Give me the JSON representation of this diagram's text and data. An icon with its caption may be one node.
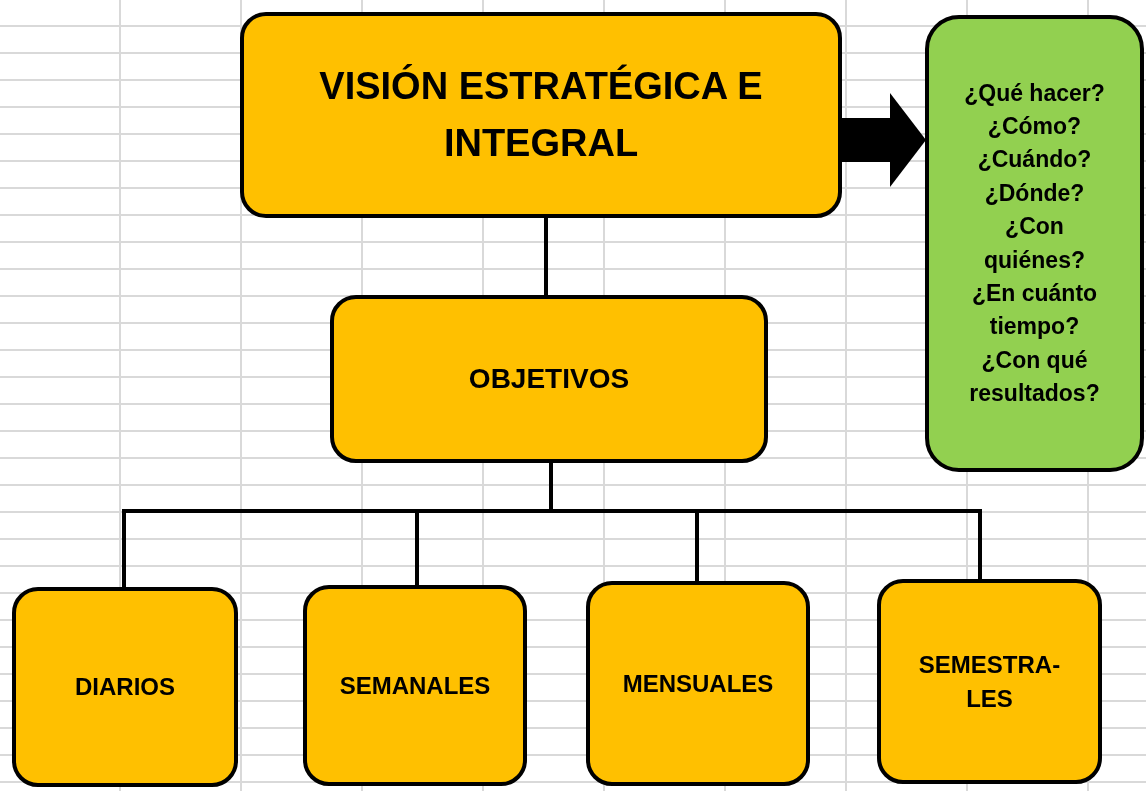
{
  "diagram": {
    "nodes": [
      {
        "text": [
          "VISIÓN ESTRATÉGICA E INTEGRAL"
        ]
      },
      {
        "text": [
          "¿Qué hacer?",
          "¿Cómo?",
          "¿Cuándo?",
          "¿Dónde?",
          "¿Con quiénes?",
          "¿En cuánto tiempo?",
          "¿Con qué resultados?"
        ]
      },
      {
        "text": [
          "OBJETIVOS"
        ]
      },
      {
        "text": [
          "DIARIOS"
        ]
      },
      {
        "text": [
          "SEMANALES"
        ]
      },
      {
        "text": [
          "MENSUALES"
        ]
      },
      {
        "text": [
          "SEMESTRA- LES"
        ]
      }
    ],
    "edges": [
      {
        "from": 0,
        "to": 1,
        "arrow": "to",
        "style": "thick"
      },
      {
        "from": 0,
        "to": 2,
        "arrow": "none"
      },
      {
        "from": 2,
        "to": 3,
        "arrow": "none"
      },
      {
        "from": 2,
        "to": 4,
        "arrow": "none"
      },
      {
        "from": 2,
        "to": 5,
        "arrow": "none"
      },
      {
        "from": 2,
        "to": 6,
        "arrow": "none"
      }
    ]
  }
}
